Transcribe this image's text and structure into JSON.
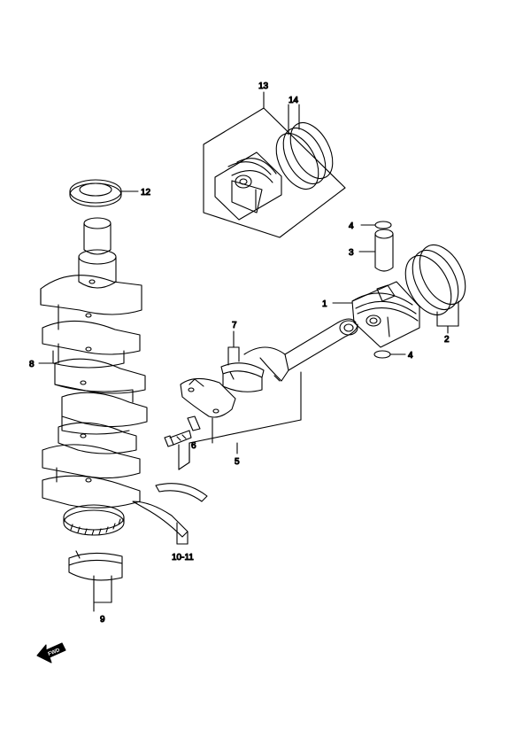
{
  "labels": {
    "l1": "1",
    "l2": "2",
    "l3": "3",
    "l4a": "4",
    "l4b": "4",
    "l5": "5",
    "l6": "6",
    "l7": "7",
    "l8": "8",
    "l9": "9",
    "l10_11": "10-11",
    "l12": "12",
    "l13": "13",
    "l14": "14"
  },
  "fwd": "FWD",
  "colors": {
    "line": "#000000",
    "background": "#ffffff"
  }
}
